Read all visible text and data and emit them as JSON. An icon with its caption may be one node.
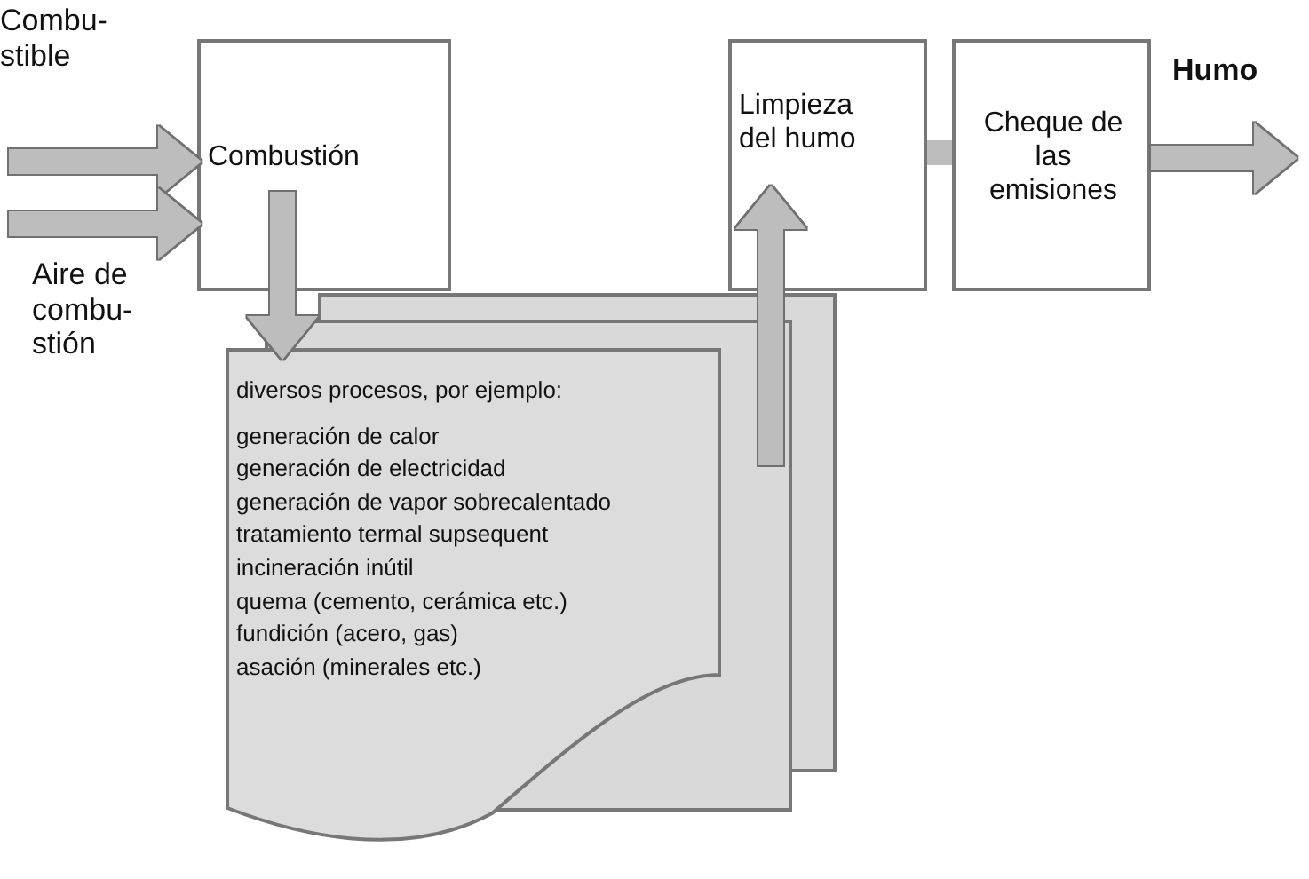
{
  "diagram": {
    "nodes": [
      {
        "text": [
          "Combustión"
        ]
      },
      {
        "text": [
          "diversos procesos, por ejemplo:",
          "generación de calor",
          "generación de electricidad",
          "generación de vapor sobrecalentado",
          "tratamiento termal supsequent",
          "incineración inútil",
          "quema (cemento, cerámica etc.)",
          "fundición (acero, gas)",
          "asación (minerales etc.)"
        ]
      },
      {
        "text": [
          "Limpieza del humo"
        ]
      },
      {
        "text": [
          "Cheque de las emisiones"
        ]
      }
    ],
    "edges": [
      {
        "from": null,
        "to": 0,
        "arrow": "to",
        "label": "Combu- stible"
      },
      {
        "from": null,
        "to": 0,
        "arrow": "to",
        "label": "Aire de combu- stión"
      },
      {
        "from": 0,
        "to": 1,
        "arrow": "to"
      },
      {
        "from": 1,
        "to": 2,
        "arrow": "to"
      },
      {
        "from": 2,
        "to": 3,
        "arrow": "none"
      },
      {
        "from": 3,
        "to": null,
        "arrow": "to",
        "label": "Humo"
      }
    ]
  }
}
